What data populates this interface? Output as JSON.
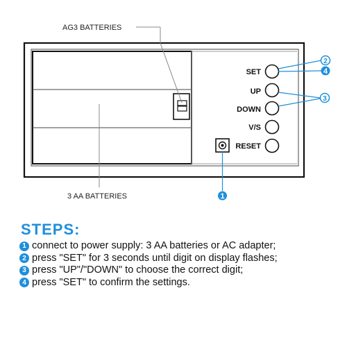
{
  "colors": {
    "accent": "#1f8fdb",
    "line": "#111111",
    "light_line": "#9a9a9a"
  },
  "labels": {
    "ag3": "AG3 BATTERIES",
    "aa": "3 AA BATTERIES"
  },
  "buttons": [
    {
      "label": "SET"
    },
    {
      "label": "UP"
    },
    {
      "label": "DOWN"
    },
    {
      "label": "V/S"
    },
    {
      "label": "RESET"
    }
  ],
  "markers": {
    "m1": "1",
    "m2": "2",
    "m3": "3",
    "m4": "4"
  },
  "steps": {
    "title": "STEPS:",
    "items": [
      {
        "num": "1",
        "text": "connect to power supply: 3 AA batteries or AC adapter;"
      },
      {
        "num": "2",
        "text": "press \"SET\" for 3 seconds until digit on display flashes;"
      },
      {
        "num": "3",
        "text": "press \"UP\"/\"DOWN\" to choose the correct digit;"
      },
      {
        "num": "4",
        "text": "press \"SET\" to confirm the settings."
      }
    ]
  }
}
